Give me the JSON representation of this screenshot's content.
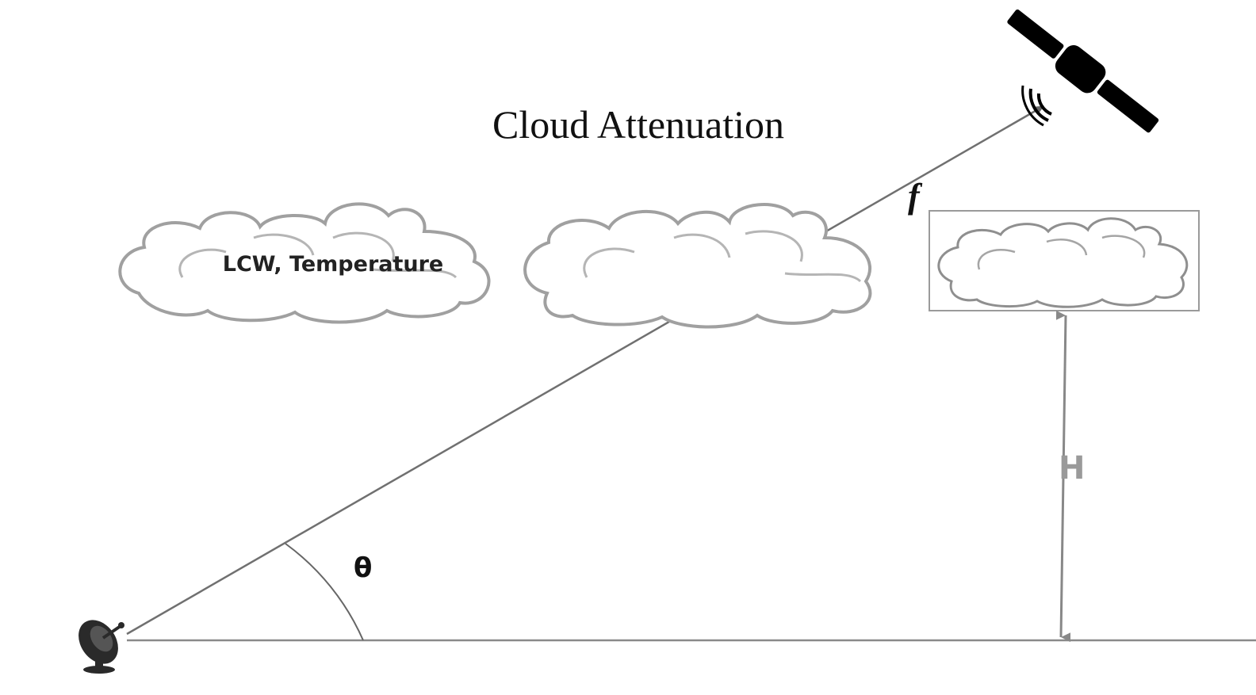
{
  "diagram": {
    "title": "Cloud Attenuation",
    "cloud_label": "LCW, Temperature",
    "frequency_label": "f",
    "angle_label": "θ",
    "height_label": "H"
  },
  "icons": {
    "ground_station": "satellite-dish-icon",
    "satellite": "satellite-icon"
  },
  "colors": {
    "line": "#777777",
    "cloud_stroke": "#9a9a9a",
    "icon": "#000000"
  }
}
